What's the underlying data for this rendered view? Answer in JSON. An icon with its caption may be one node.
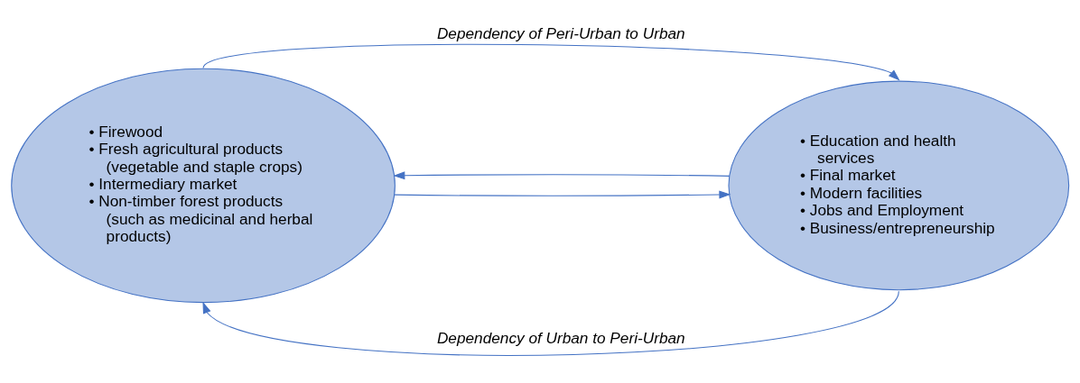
{
  "diagram": {
    "nodes": [
      {
        "text": [
          "• Firewood",
          "• Fresh agricultural products (vegetable and staple crops)",
          "• Intermediary market",
          "• Non-timber forest products (such as medicinal and herbal products)"
        ]
      },
      {
        "text": [
          "• Education and health services",
          "• Final market",
          "• Modern facilities",
          "• Jobs and Employment",
          "• Business/entrepreneurship"
        ]
      }
    ],
    "edges": [
      {
        "from": 0,
        "to": 1,
        "arrow": "to",
        "label": "Dependency of Peri-Urban to Urban"
      },
      {
        "from": 0,
        "to": 1,
        "arrow": "to"
      },
      {
        "from": 1,
        "to": 0,
        "arrow": "to"
      },
      {
        "from": 1,
        "to": 0,
        "arrow": "to",
        "label": "Dependency of Urban to Peri-Urban"
      }
    ]
  }
}
